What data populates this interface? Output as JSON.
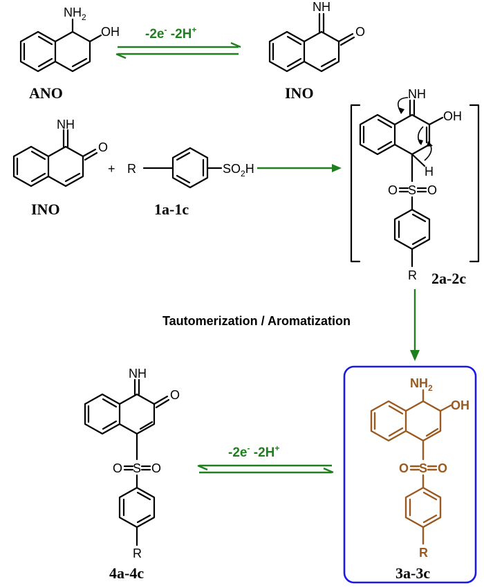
{
  "colors": {
    "arrow": "#1f7f1f",
    "product": "#9a5a1f",
    "box": "#1a1ae6",
    "bond": "#000000"
  },
  "row1": {
    "ano_nh2": "NH",
    "ano_nh2_sub": "2",
    "ano_oh": "OH",
    "ano_label": "ANO",
    "oxidation_text": "-2e",
    "oxidation_e_sup": "-",
    "oxidation_h": " -2H",
    "oxidation_h_sup": "+",
    "ino_nh": "NH",
    "ino_o": "O",
    "ino_label": "INO"
  },
  "row2": {
    "ino_nh": "NH",
    "ino_o": "O",
    "ino_label": "INO",
    "plus": "+",
    "r": "R",
    "so2h": "SO",
    "so2h_sub": "2",
    "so2h_h": "H",
    "reagent_label": "1a-1c",
    "int_nh": "NH",
    "int_oh": "OH",
    "int_h": "H",
    "int_o_left": "O",
    "int_s": "S",
    "int_o_right": "O",
    "int_r": "R",
    "int_label": "2a-2c"
  },
  "middle": {
    "step_label": "Tautomerization / Aromatization"
  },
  "row3": {
    "left_nh": "NH",
    "left_o": "O",
    "left_o_l": "O",
    "left_s": "S",
    "left_o_r": "O",
    "left_r": "R",
    "left_label": "4a-4c",
    "redox_text": "-2e",
    "redox_e_sup": "-",
    "redox_h": " -2H",
    "redox_h_sup": "+",
    "prod_nh2": "NH",
    "prod_nh2_sub": "2",
    "prod_oh": "OH",
    "prod_o_l": "O",
    "prod_s": "S",
    "prod_o_r": "O",
    "prod_r": "R",
    "prod_label": "3a-3c"
  }
}
